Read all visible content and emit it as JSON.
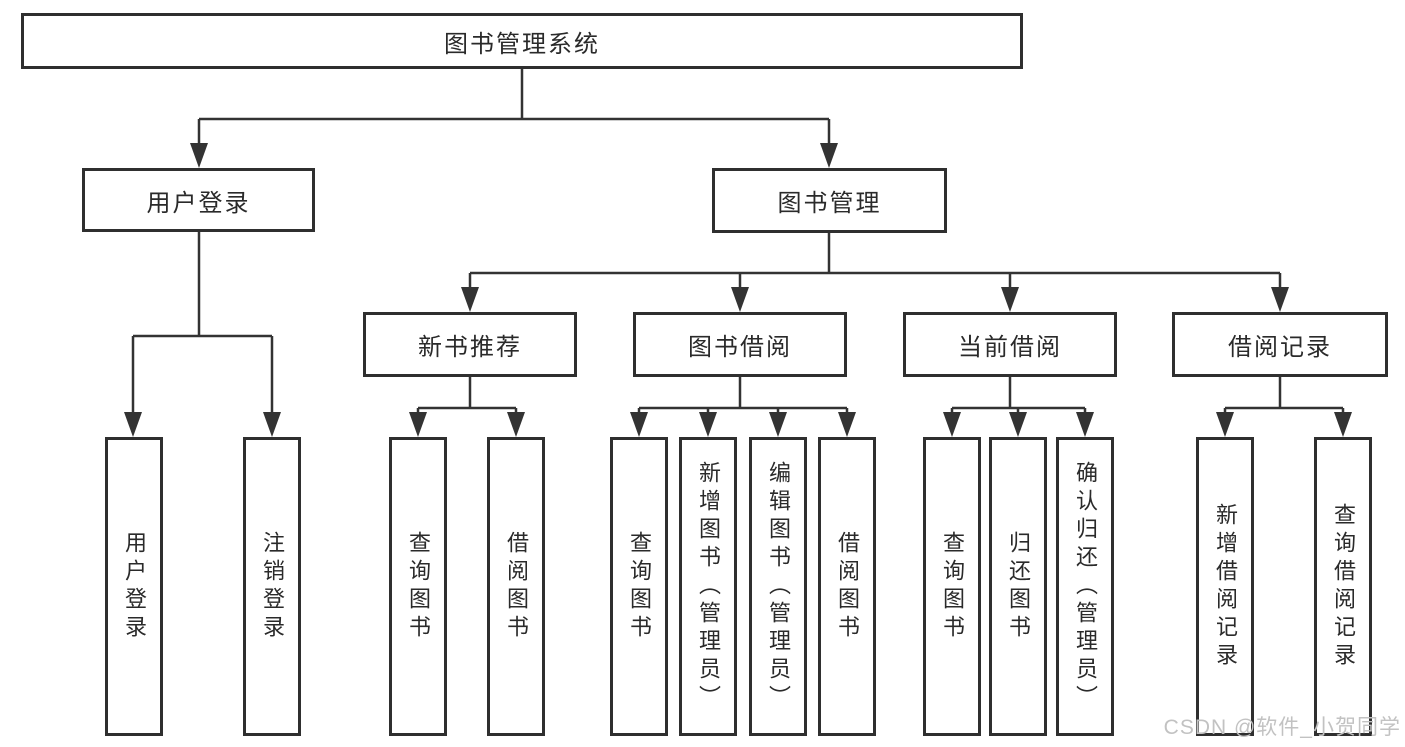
{
  "diagram": {
    "root": {
      "label": "图书管理系统"
    },
    "level2": [
      {
        "label": "用户登录"
      },
      {
        "label": "图书管理"
      }
    ],
    "level3": [
      {
        "label": "新书推荐"
      },
      {
        "label": "图书借阅"
      },
      {
        "label": "当前借阅"
      },
      {
        "label": "借阅记录"
      }
    ],
    "leaves": [
      {
        "label": "用户登录"
      },
      {
        "label": "注销登录"
      },
      {
        "label": "查询图书"
      },
      {
        "label": "借阅图书"
      },
      {
        "label": "查询图书"
      },
      {
        "label": "新增图书（管理员）"
      },
      {
        "label": "编辑图书（管理员）"
      },
      {
        "label": "借阅图书"
      },
      {
        "label": "查询图书"
      },
      {
        "label": "归还图书"
      },
      {
        "label": "确认归还（管理员）"
      },
      {
        "label": "新增借阅记录"
      },
      {
        "label": "查询借阅记录"
      }
    ]
  },
  "watermark": {
    "text": "CSDN @软件_小贺同学"
  },
  "colors": {
    "line": "#333333",
    "box_border": "#2f2f2f",
    "box_fill": "#ffffff",
    "text": "#2a2a2a",
    "watermark": "#c2c2c2"
  }
}
